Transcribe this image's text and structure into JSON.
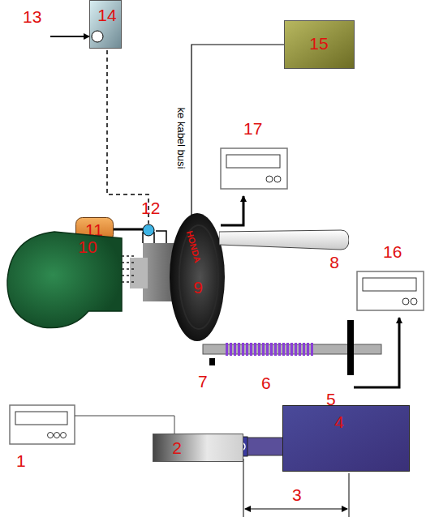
{
  "diagram": {
    "nodes": [
      {
        "text": [
          "14"
        ]
      },
      {
        "text": [
          "15"
        ]
      },
      {
        "text": [
          "11"
        ]
      },
      {
        "text": [
          "10"
        ]
      },
      {
        "text": [
          "HONDA",
          "9"
        ]
      },
      {
        "text": [
          "8"
        ]
      },
      {
        "text": [
          "2"
        ]
      },
      {
        "text": [
          "4"
        ]
      }
    ],
    "edges": [
      {
        "from": 1,
        "to": 4,
        "label": "ke kabel busi",
        "arrow": "none"
      }
    ],
    "labels": [
      "13",
      "17",
      "12",
      "16",
      "7",
      "6",
      "5",
      "1",
      "3"
    ]
  }
}
